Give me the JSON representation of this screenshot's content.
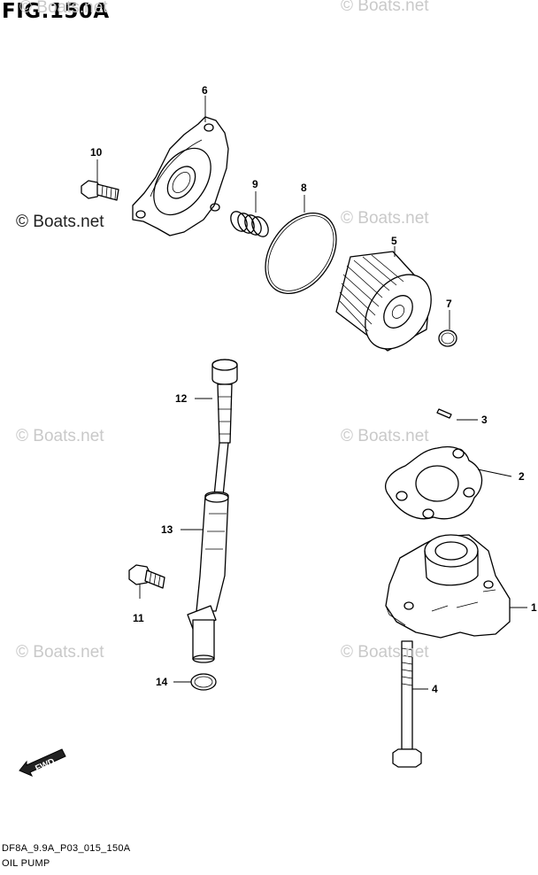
{
  "figure": {
    "title": "FIG.150A",
    "code": "DF8A_9.9A_P03_015_150A",
    "name": "OIL PUMP"
  },
  "watermark": {
    "text": "© Boats.net"
  },
  "fwd_label": "FWD",
  "callouts": [
    "1",
    "2",
    "3",
    "4",
    "5",
    "6",
    "7",
    "8",
    "9",
    "10",
    "11",
    "12",
    "13",
    "14"
  ]
}
